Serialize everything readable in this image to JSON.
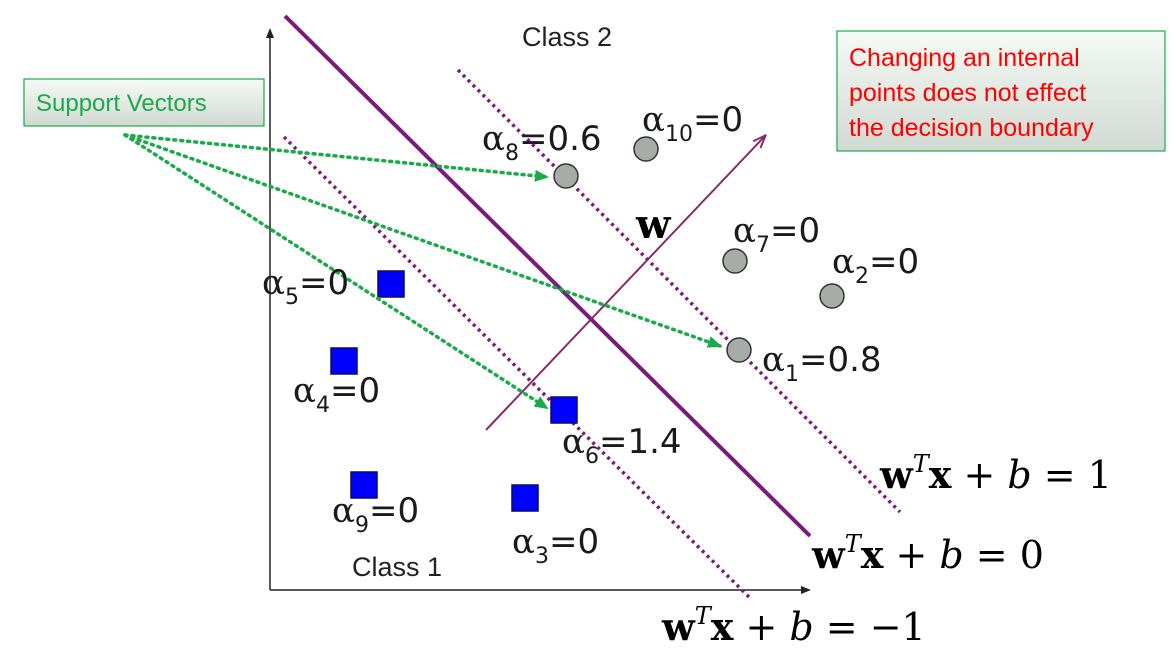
{
  "labels": {
    "class2": "Class 2",
    "class1": "Class 1",
    "support_vectors": "Support Vectors",
    "note": [
      "Changing an internal",
      "points does not effect",
      "the decision boundary"
    ],
    "w_vector": "w"
  },
  "equations": {
    "margin_pos": {
      "w": "w",
      "sup": "T",
      "x": "x",
      "op": " + ",
      "b": "b",
      "rhs": " = 1"
    },
    "boundary": {
      "w": "w",
      "sup": "T",
      "x": "x",
      "op": " + ",
      "b": "b",
      "rhs": " = 0"
    },
    "margin_neg": {
      "w": "w",
      "sup": "T",
      "x": "x",
      "op": " + ",
      "b": "b",
      "rhs": " = −1"
    }
  },
  "points": {
    "class2": [
      {
        "sym": "α",
        "sub": "8",
        "eq": "=0.6"
      },
      {
        "sym": "α",
        "sub": "10",
        "eq": "=0"
      },
      {
        "sym": "α",
        "sub": "7",
        "eq": "=0"
      },
      {
        "sym": "α",
        "sub": "2",
        "eq": "=0"
      },
      {
        "sym": "α",
        "sub": "1",
        "eq": "=0.8"
      }
    ],
    "class1": [
      {
        "sym": "α",
        "sub": "5",
        "eq": "=0"
      },
      {
        "sym": "α",
        "sub": "4",
        "eq": "=0"
      },
      {
        "sym": "α",
        "sub": "6",
        "eq": "=1.4"
      },
      {
        "sym": "α",
        "sub": "9",
        "eq": "=0"
      },
      {
        "sym": "α",
        "sub": "3",
        "eq": "=0"
      }
    ]
  },
  "colors": {
    "boundary": "#7a1a7a",
    "margin": "#7a1a7a",
    "w_arrow": "#8b2a6b",
    "class2_fill": "#a8aca8",
    "class1_fill": "#0000ff",
    "sv_arrow": "#1aaa4a",
    "sv_box_text": "#1aaa4a",
    "note_text": "#ff0000",
    "axis": "#222222"
  }
}
